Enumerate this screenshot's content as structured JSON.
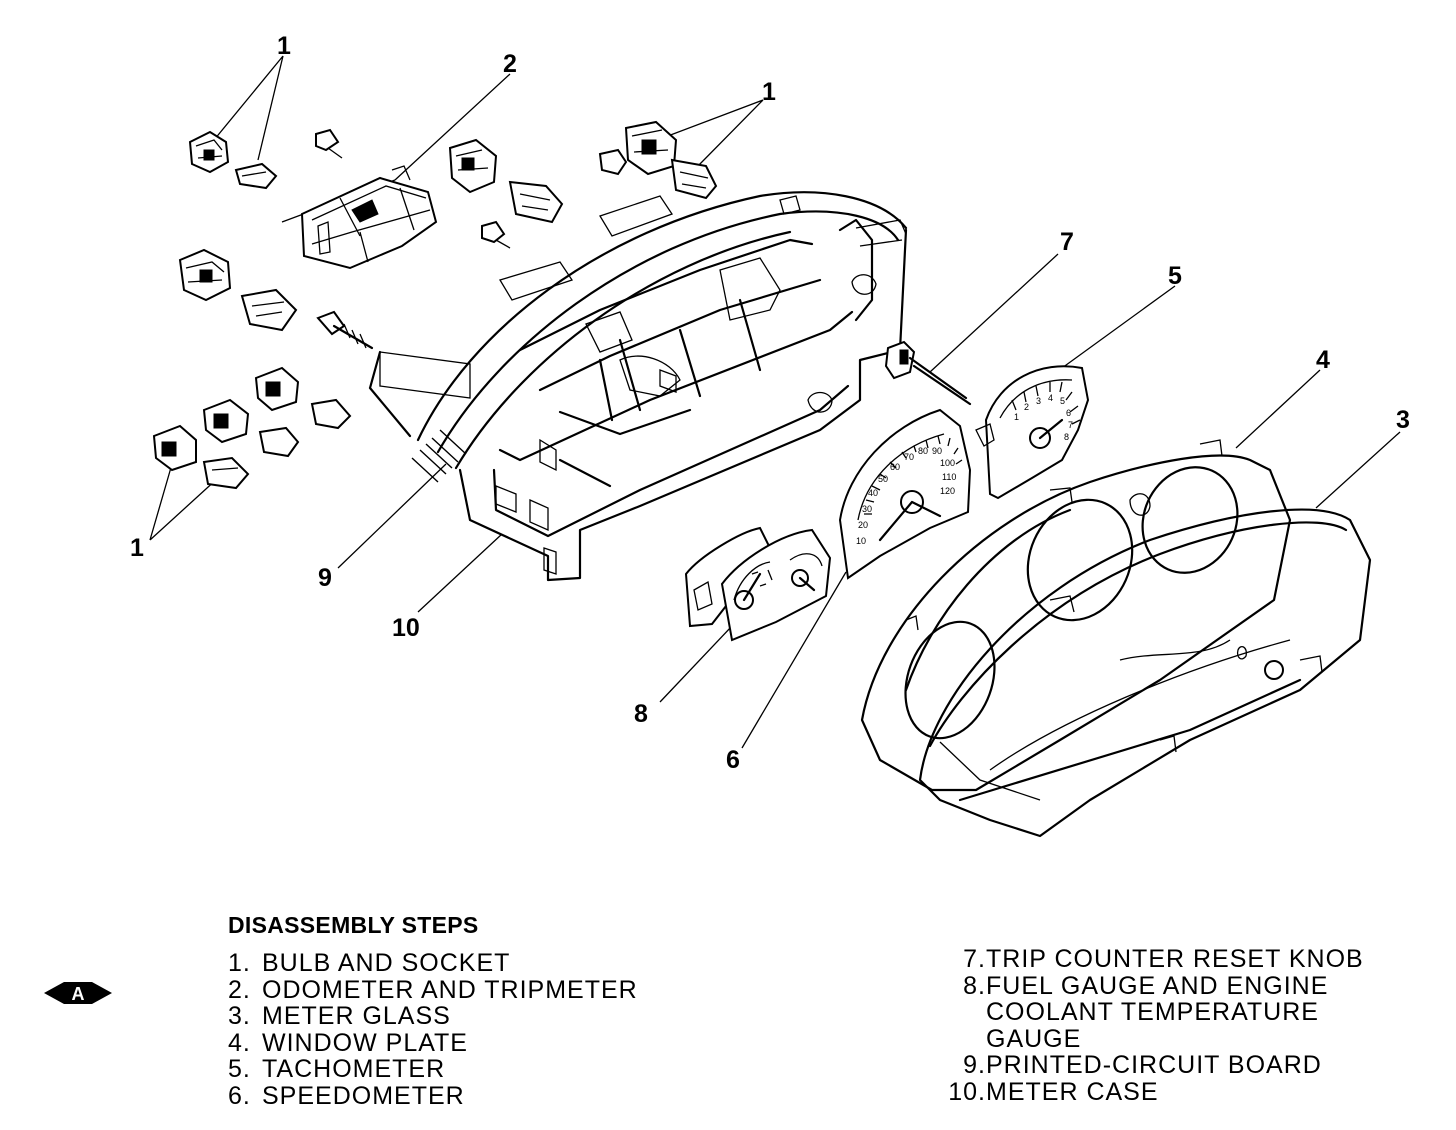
{
  "diagram": {
    "callouts": [
      "1",
      "2",
      "1",
      "7",
      "5",
      "4",
      "3",
      "1",
      "9",
      "10",
      "8",
      "6"
    ],
    "speedometer_dial": [
      "10",
      "20",
      "30",
      "40",
      "50",
      "60",
      "70",
      "80",
      "90",
      "100",
      "110",
      "120"
    ],
    "tachometer_dial": [
      "1",
      "2",
      "3",
      "4",
      "5",
      "6",
      "7",
      "8"
    ]
  },
  "steps": {
    "title": "DISASSEMBLY STEPS",
    "left": [
      {
        "num": "1.",
        "text": "BULB AND SOCKET"
      },
      {
        "num": "2.",
        "text": "ODOMETER AND TRIPMETER"
      },
      {
        "num": "3.",
        "text": "METER GLASS"
      },
      {
        "num": "4.",
        "text": "WINDOW PLATE"
      },
      {
        "num": "5.",
        "text": "TACHOMETER"
      },
      {
        "num": "6.",
        "text": "SPEEDOMETER"
      }
    ],
    "right": [
      {
        "num": "7.",
        "text": "TRIP COUNTER RESET KNOB"
      },
      {
        "num": "8.",
        "text": "FUEL GAUGE AND ENGINE\nCOOLANT TEMPERATURE\nGAUGE"
      },
      {
        "num": "9.",
        "text": "PRINTED-CIRCUIT BOARD"
      },
      {
        "num": "10.",
        "text": "METER CASE"
      }
    ],
    "service_marker": "A"
  }
}
